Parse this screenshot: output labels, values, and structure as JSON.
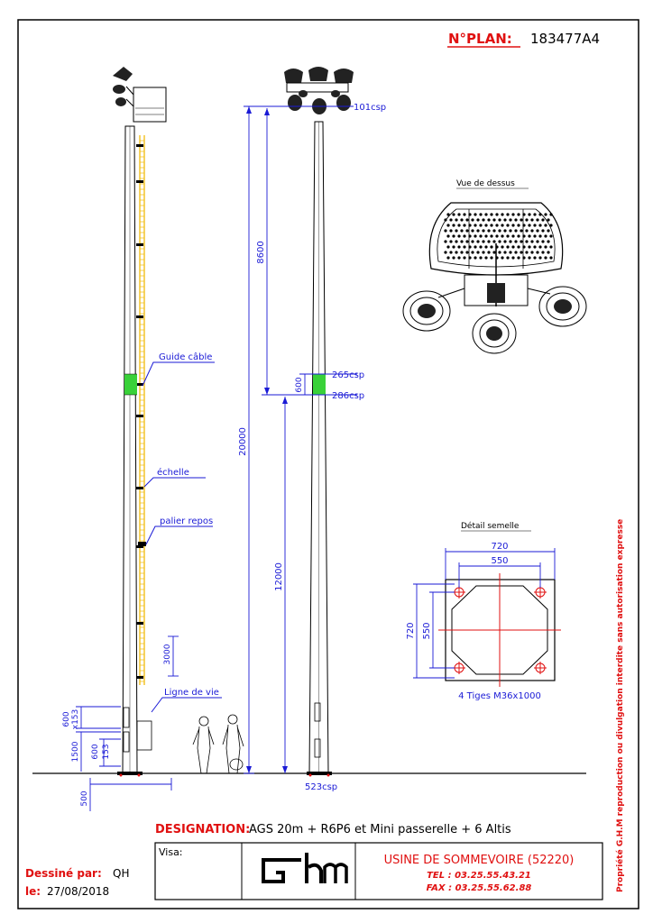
{
  "header": {
    "plan_label": "N°PLAN:",
    "plan_number": "183477A4"
  },
  "elevation": {
    "labels": {
      "guide_cable": "Guide câble",
      "ladder": "échelle",
      "rest_landing": "palier repos",
      "lifeline": "Ligne de vie"
    },
    "dims": {
      "d600": "600",
      "d153a": "x153",
      "d1500": "1500",
      "d600b": "600",
      "d153b": "153",
      "d3000": "3000",
      "d500": "500"
    }
  },
  "mast": {
    "dims": {
      "top_csp": "101csp",
      "d8600": "8600",
      "d20000": "20000",
      "d600": "600",
      "d12000": "12000",
      "mid_csp_a": "265csp",
      "mid_csp_b": "286csp",
      "base_csp": "523csp"
    }
  },
  "top_view": {
    "title": "Vue de dessus"
  },
  "base_detail": {
    "title": "Détail semelle",
    "w_outer": "720",
    "w_inner": "550",
    "h_outer": "720",
    "h_inner": "550",
    "bolts": "4 Tiges M36x1000"
  },
  "footer": {
    "designation_label": "DESIGNATION:",
    "designation_value": "AGS 20m + R6P6 et Mini passerelle + 6 Altis",
    "visa_label": "Visa:",
    "drawn_by_label": "Dessiné par:",
    "drawn_by_value": "QH",
    "date_label": "le:",
    "date_value": "27/08/2018",
    "logo": "Ghm",
    "factory": "USINE DE SOMMEVOIRE (52220)",
    "tel": "TEL : 03.25.55.43.21",
    "fax": "FAX : 03.25.55.62.88"
  },
  "side_note": "Propriété G.H.M reproduction ou divulgation interdite sans autorisation expresse",
  "colors": {
    "blue": "#1a1ad6",
    "red": "#e01010",
    "yellow": "#f2c01e",
    "green": "#39d139"
  }
}
